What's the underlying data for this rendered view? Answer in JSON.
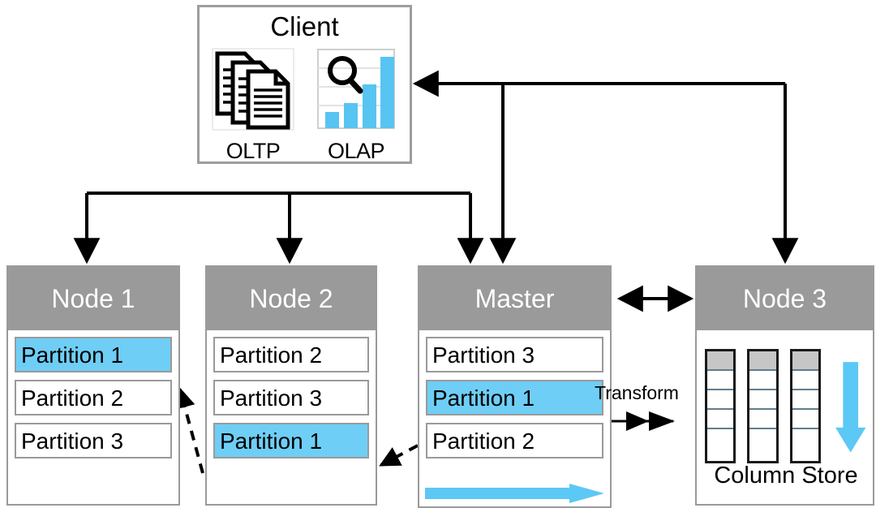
{
  "client": {
    "title": "Client",
    "icons": [
      {
        "name": "oltp-documents-icon",
        "caption": "OLTP"
      },
      {
        "name": "olap-chart-icon",
        "caption": "OLAP"
      }
    ]
  },
  "nodes": [
    {
      "id": "node1",
      "title": "Node 1",
      "partitions": [
        {
          "label": "Partition 1",
          "highlighted": true
        },
        {
          "label": "Partition 2",
          "highlighted": false
        },
        {
          "label": "Partition 3",
          "highlighted": false
        }
      ]
    },
    {
      "id": "node2",
      "title": "Node 2",
      "partitions": [
        {
          "label": "Partition 2",
          "highlighted": false
        },
        {
          "label": "Partition 3",
          "highlighted": false
        },
        {
          "label": "Partition 1",
          "highlighted": true
        }
      ]
    },
    {
      "id": "master",
      "title": "Master",
      "partitions": [
        {
          "label": "Partition 3",
          "highlighted": false
        },
        {
          "label": "Partition 1",
          "highlighted": true
        },
        {
          "label": "Partition 2",
          "highlighted": false
        }
      ]
    },
    {
      "id": "node3",
      "title": "Node 3",
      "column_store_label": "Column Store",
      "column_count": 3,
      "rows_per_column": 5
    }
  ],
  "connectors": {
    "transform_label": "Transform"
  },
  "colors": {
    "highlight": "#6fcef5",
    "header_gray": "#9a9a9a",
    "box_border": "#9a9a9a",
    "client_border": "#9e9e9e",
    "arrow_black": "#000000",
    "cyan_arrow": "#5bc8f5",
    "column_header": "#c6c6c6",
    "column_border": "#1a1a1a",
    "column_rule": "#5f7d8c",
    "text_dark": "#000000",
    "text_light": "#ffffff",
    "background": "#ffffff"
  }
}
